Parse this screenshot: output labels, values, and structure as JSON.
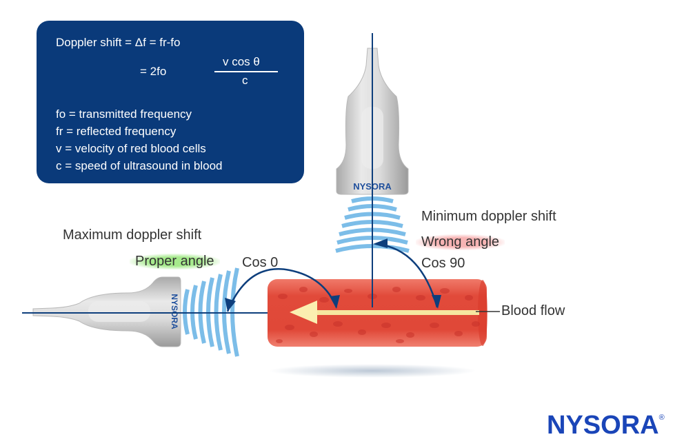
{
  "formula": {
    "line1": "Doppler shift = Δf = fr-fo",
    "line2_prefix": "= 2fo",
    "numerator": "v cos θ",
    "denominator": "c",
    "definitions": [
      "fo = transmitted frequency",
      "fr = reflected frequency",
      "v = velocity of red blood cells",
      "c = speed of ultrasound in blood"
    ]
  },
  "labels": {
    "max_shift": "Maximum doppler shift",
    "proper_angle": "Proper angle",
    "cos0": "Cos 0",
    "min_shift": "Minimum doppler shift",
    "wrong_angle": "Wrong angle",
    "cos90": "Cos 90",
    "blood_flow": "Blood flow"
  },
  "probe_brand": "NYSORA",
  "logo": {
    "text": "NYSORA",
    "mark": "®"
  },
  "colors": {
    "box_bg": "#0a3a7a",
    "arrow": "#0d3e7c",
    "wave": "#7cbde8",
    "vessel": "#e5473a",
    "logo": "#1a45b8"
  }
}
